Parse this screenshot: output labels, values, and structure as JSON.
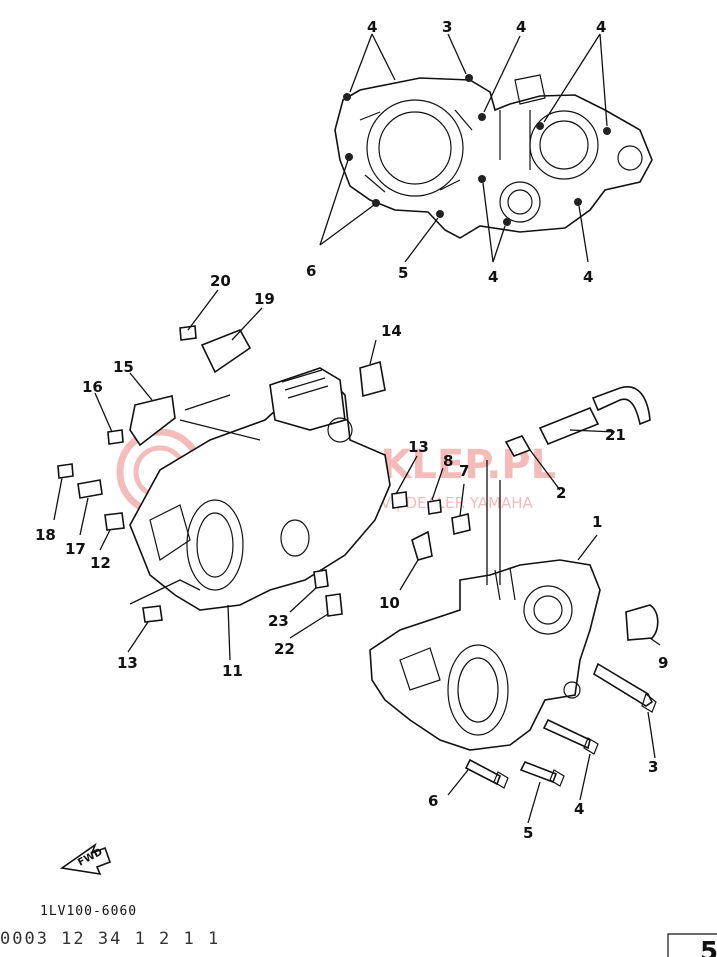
{
  "diagram": {
    "code": "1LV100-6060",
    "bottom_stub": "0003 12 34 1 2 1 1",
    "corner_label": "5",
    "fwd_label": "FWD",
    "watermark": {
      "title": "AMRSKLEP.PL",
      "subtitle": "MOTOCYKLE | ATV | DEALER YAMAHA",
      "color": "#e04040"
    },
    "labels": [
      {
        "id": "top-4a",
        "text": "4"
      },
      {
        "id": "top-3",
        "text": "3"
      },
      {
        "id": "top-4b",
        "text": "4"
      },
      {
        "id": "top-4c",
        "text": "4"
      },
      {
        "id": "top-6",
        "text": "6"
      },
      {
        "id": "top-5",
        "text": "5"
      },
      {
        "id": "top-4d",
        "text": "4"
      },
      {
        "id": "top-4e",
        "text": "4"
      },
      {
        "id": "p20",
        "text": "20"
      },
      {
        "id": "p19",
        "text": "19"
      },
      {
        "id": "p14",
        "text": "14"
      },
      {
        "id": "p15",
        "text": "15"
      },
      {
        "id": "p16",
        "text": "16"
      },
      {
        "id": "p13a",
        "text": "13"
      },
      {
        "id": "p8",
        "text": "8"
      },
      {
        "id": "p7",
        "text": "7"
      },
      {
        "id": "p2",
        "text": "2"
      },
      {
        "id": "p21",
        "text": "21"
      },
      {
        "id": "p1",
        "text": "1"
      },
      {
        "id": "p18",
        "text": "18"
      },
      {
        "id": "p17",
        "text": "17"
      },
      {
        "id": "p12",
        "text": "12"
      },
      {
        "id": "p10",
        "text": "10"
      },
      {
        "id": "p23",
        "text": "23"
      },
      {
        "id": "p22",
        "text": "22"
      },
      {
        "id": "p13b",
        "text": "13"
      },
      {
        "id": "p11",
        "text": "11"
      },
      {
        "id": "p9",
        "text": "9"
      },
      {
        "id": "p3",
        "text": "3"
      },
      {
        "id": "p4",
        "text": "4"
      },
      {
        "id": "p6",
        "text": "6"
      },
      {
        "id": "p5",
        "text": "5"
      }
    ]
  }
}
